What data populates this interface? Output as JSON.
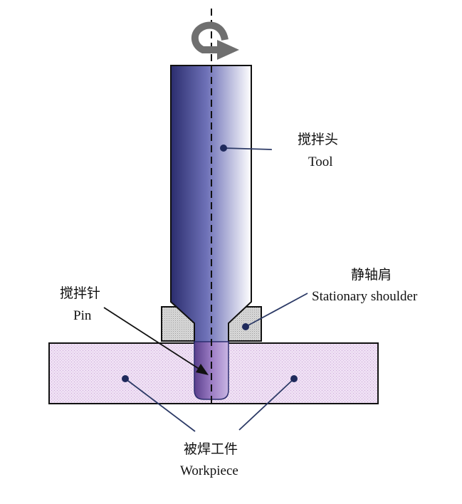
{
  "labels": {
    "tool": {
      "zh": "搅拌头",
      "en": "Tool"
    },
    "shoulder": {
      "zh": "静轴肩",
      "en": "Stationary shoulder"
    },
    "pin": {
      "zh": "搅拌针",
      "en": "Pin"
    },
    "workpiece": {
      "zh": "被焊工件",
      "en": "Workpiece"
    }
  },
  "colors": {
    "tool_dark": "#2b2d6e",
    "tool_light": "#ffffff",
    "shoulder_fill": "#d9d9d9",
    "workpiece_fill": "#efe0f4",
    "pin_fill": "#8f6eb5",
    "leader": "#2c3a66",
    "rotation_arrow": "#6f6f6f"
  },
  "icons": {
    "rotation": "rotation-arrow-icon"
  }
}
